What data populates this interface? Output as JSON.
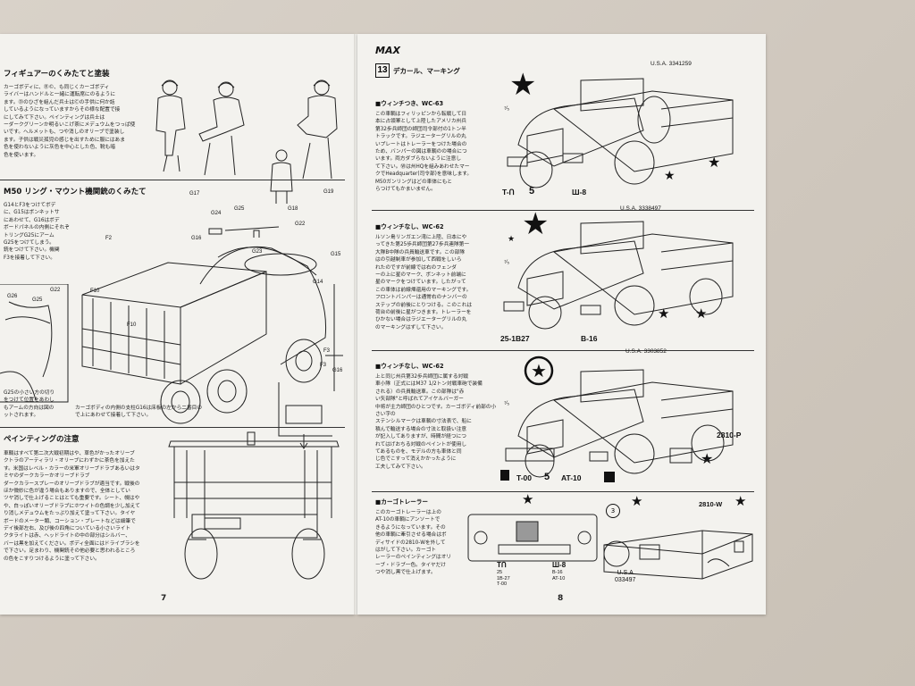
{
  "left_page": {
    "figure_header": "フィギュアーのくみたてと塗装",
    "figure_text": "カーゴボディに、Ⓑ©、も同じくカーゴボディ\nライバーはハンドルと一緒に運転席にのるように\nます。Ⓓのひざを組んだ兵士はⒸの手供に何か話\nしているようになっていますからその様な配置で接\nにしてみて下さい。ペインティングは兵士は \nーダークグリーンか明るいこげ茶にメデュウムをつっぱ使\nいです。ヘルメットも、つや消しのオリーブで塗装し\nます。子供は戦災孤児の感じを出すために服にはあま\n色を使わないように灰色を中心とした色、靴も暗\n色を使います。",
    "mg_header": "M50 リング・マウント機関銃のくみたて",
    "mg_text": "G14とF3をつけてボデ\nに、G15はボンネットサ\nにあわせて、G16はボデ\nボードパネルの内側にそれぞ\nトリングG25にアーム\nG25をつけてしまう。\n銃をつけて下さい。機関\nF3を接着して下さい。",
    "mg_note1": "G25の小さい方の切り\nをつけて位置をあわし\nもアームの方向は図の\nットされます。",
    "mg_note2": "カーゴボディの内側の支柱G16は床板の左から二番目の\nで上にあわせて接着して下さい。",
    "paint_header": "ペインティングの注意",
    "paint_text": "車輌はすべて第二次大戦初期はや、草色がかったオリーブ\nクトラのアーティラリ・オリーブにわずかに茶色を加えた\nす。米国はレベル・カラーの米軍オリーブドラブあるいはタ\nミヤのダークカラーかオリーブドラブ\nダークカラースプレーのオリーブドラブが適当です。戦後の\nほか微妙に色が違う場合もありますので、全体としてい\nツヤ消しで仕上げることはとても重要です。シート、幌はや\nや、白っぽいオリーブドラブにホワイトの色調を少し加えて\nり消しメデュウムをたっぷり加えて塗って下さい。タイヤ\nボードのメーター類、コーション・プレートなどは細筆で\nデイ後部左右、及び後の四角についている小さいライト\nクタライトは赤、ヘッドライトの中の部分はシルバー、\nバーは黒を加えてください。ボディ全面にはドライブラシを\nで下さい。足まわり、機関銃その他必要と思われるところ\nの色をこすりつけるように塗って下さい。",
    "labels": {
      "G17": "G17",
      "G19": "G19",
      "G18": "G18",
      "G24": "G24",
      "G25": "G25",
      "G22": "G22",
      "G16a": "G16",
      "F2": "F2",
      "G23": "G23",
      "G15": "G15",
      "F10a": "F10",
      "F10b": "F10",
      "G14": "G14",
      "F3a": "F3",
      "F3b": "F3",
      "G16b": "G16",
      "G26": "G26",
      "G25b": "G25",
      "G22b": "G22"
    },
    "page_number": "7"
  },
  "right_page": {
    "brand": "MAX",
    "step_number": "13",
    "step_title": "デカール、マーキング",
    "sections": [
      {
        "title": "■ウィンチつき、WC-63",
        "text": "この車輌はフィリッピンから転戦して日\n本に占領軍として上陸したアメリカ州兵\n第32歩兵師団の師団司令部付の1トン半\nトラックです。ラジエーターグリルの丸\nいプレートはトレーラーをつけた場合の\nため、バンパーの図は車輌のの場合につ\nいます。両方ダブらないように注意し\nて下さい。Ⓦは州HQを組みあわせたマー\nクでHeadquarter(司令部)を意味します。\nM50ガンリングはどの車体にもと\nらつけてもかまいません。",
        "serial": "U.S.A. 3341259",
        "markings": [
          "T-Ո",
          "5",
          "Ш-8"
        ]
      },
      {
        "title": "■ウィンチなし、WC-62",
        "text": "ルソン島リンガエン湾に上陸、日本にや\nってきた第25歩兵師団第27歩兵連隊第一\n大隊B中隊の兵員輸送車です。この部隊\nはの引越制車が参加して西戦をしいら\nれたのですが前線では右のフェンダ\nーの上に星のマーク、ボンネット前端に\n星のマークをつけています。したがって\nこの車体は前線帰還用のマーキングです。\nフロントバンパーは通常右のナンバーの\nステップの前後にとりつける。このこれは\n荷台の前後に星がつきます。トレーラーを\nひかない場合はラジエーターグリルの丸\nのマーキングはずして下さい。",
        "serial": "U.S.A. 3338497",
        "markings": [
          "25-1B27",
          "B-16"
        ]
      },
      {
        "title": "■ウィンチなし、WC-62",
        "text": "上と同じ州兵第32歩兵師団に属する対戦\n車小隊（正式にはM37 1/2トン対戦車砲で装備\nされる）の兵員輸送車。この部隊は\"赤\nい矢部隊\"と呼ばれてアイケルバーガー\n中将が主力師団のひとつです。カーゴボディ前部の小さい字の\nステンシルマークは車輌の寸法表で、船に\n積んで輸送する場合の寸法と取扱い注意\nが記入してありますが、時間が経つにつ\nれてはげおちる対戦のペイントが使用し\nてあるものを、モデルの方も車体と同\nじ色でこすって消えかかったように\n工夫してみて下さい。",
        "serial": "U.S.A. 3303852",
        "markings": [
          "T-00",
          "5",
          "AT-10",
          "2810-P"
        ]
      },
      {
        "title": "■カーゴトレーラー",
        "text": "このカーゴトレーラーは上の\nAT-10の車輌にアンソートで\nきるようになっています。その\n他の車輌に牽引させる場合はボ\nディサイドの2810-Wを外して\nはがして下さい。カーゴト\nレーラーのペインティングはオリ\nーブ・ドラブ一色。タイヤだけ\nつや消し黒で仕上げます。",
        "trailer_front_marks": [
          "TՈ",
          "25\n1B-27\nT-00"
        ],
        "trailer_mid_marks": [
          "Ш-8",
          "B-16\nAT-10"
        ],
        "trailer_serial": "U.S.A\n033497",
        "trailer_side": "2810-W",
        "trailer_circle": "3"
      }
    ],
    "page_number": "8"
  },
  "colors": {
    "paper": "#f3f2ee",
    "ink": "#111111",
    "background": "#d3ccc3"
  }
}
